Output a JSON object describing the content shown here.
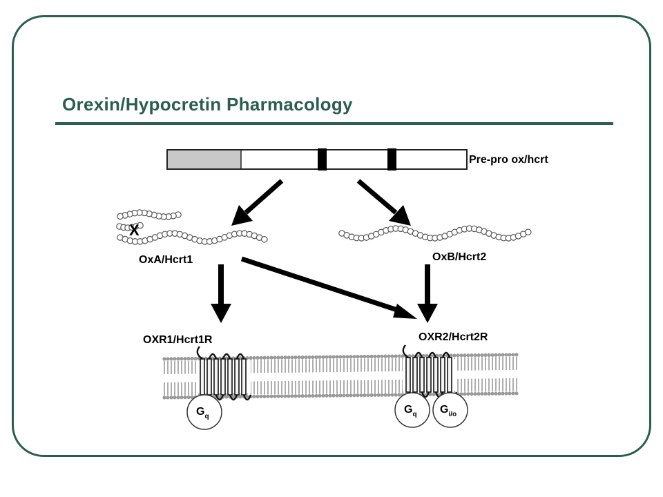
{
  "slide": {
    "title": "Orexin/Hypocretin Pharmacology"
  },
  "diagram": {
    "precursor_label": "Pre-pro ox/hcrt",
    "peptide_a_label": "OxA/Hcrt1",
    "peptide_b_label": "OxB/Hcrt2",
    "receptor_1_label": "OXR1/Hcrt1R",
    "receptor_2_label": "OXR2/Hcrt2R",
    "gprotein_r1": {
      "main": "G",
      "sub": "q"
    },
    "gprotein_r2_a": {
      "main": "G",
      "sub": "q"
    },
    "gprotein_r2_b": {
      "main": "G",
      "sub": "i/o"
    },
    "cross_mark": "X"
  },
  "colors": {
    "accent": "#2b5e50",
    "ink": "#000000",
    "signal_segment": "#c8c8c8"
  }
}
